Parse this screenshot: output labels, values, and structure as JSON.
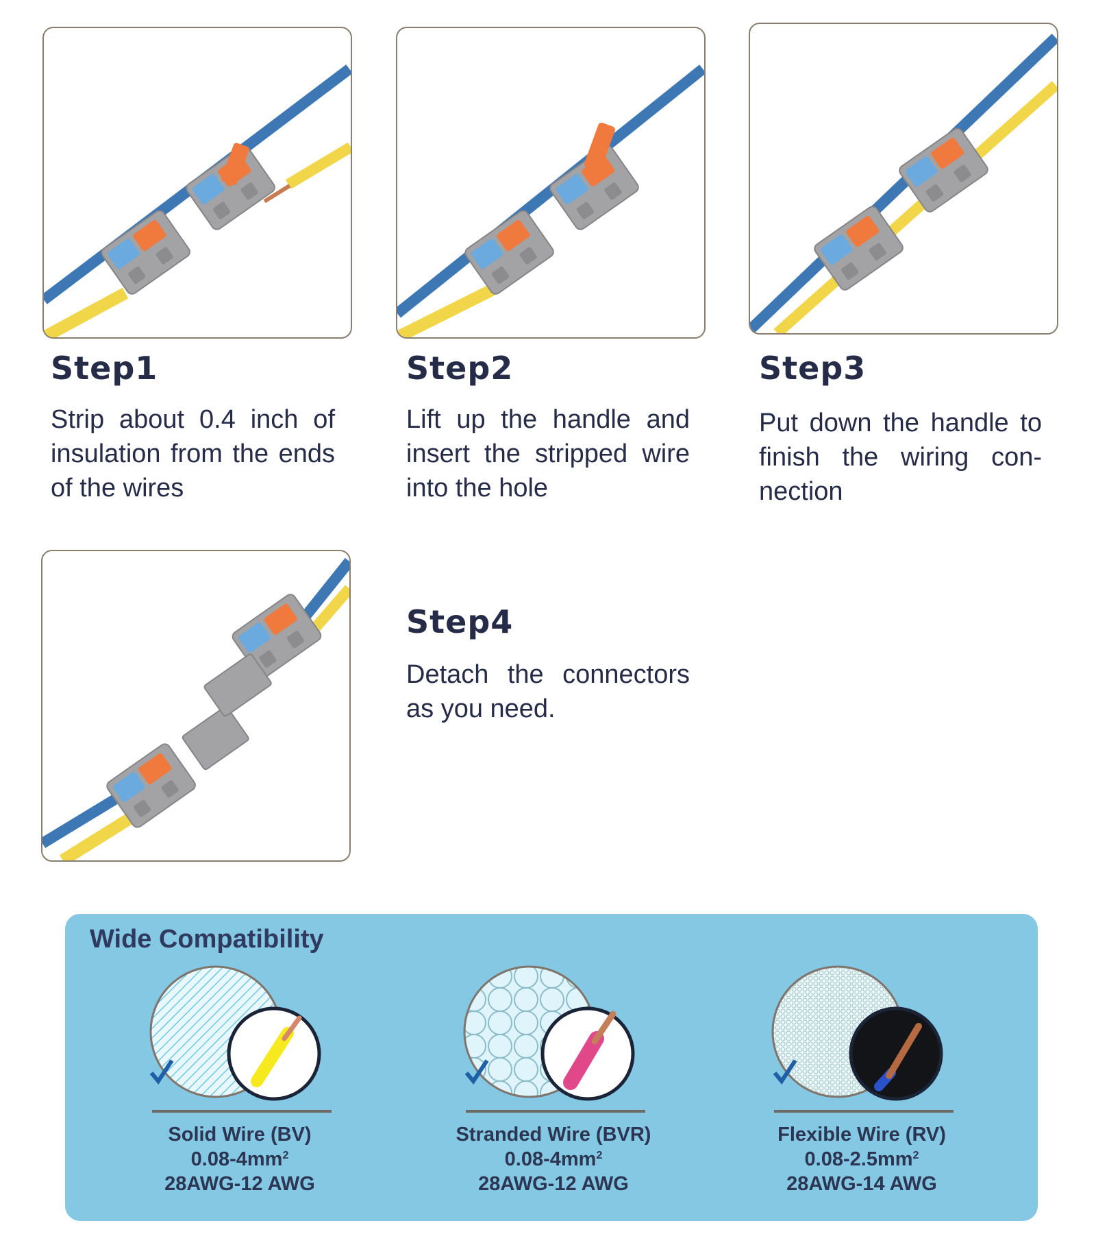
{
  "steps": [
    {
      "title": "Step1",
      "description": "Strip about 0.4 inch of insulation from the ends of the wires"
    },
    {
      "title": "Step2",
      "description": "Lift up the handle and insert the stripped wire into the hole"
    },
    {
      "title": "Step3",
      "description": "Put down the handle to finish the wiring con-nection"
    },
    {
      "title": "Step4",
      "description": "Detach the connectors as you need."
    }
  ],
  "compatibility": {
    "title": "Wide Compatibility",
    "wires": [
      {
        "name": "Solid Wire (BV)",
        "range_mm": "0.08-4mm",
        "unit_sup": "2",
        "awg": "28AWG-12 AWG",
        "icon": "check-icon"
      },
      {
        "name": "Stranded Wire (BVR)",
        "range_mm": "0.08-4mm",
        "unit_sup": "2",
        "awg": "28AWG-12 AWG",
        "icon": "check-icon"
      },
      {
        "name": "Flexible Wire (RV)",
        "range_mm": "0.08-2.5mm",
        "unit_sup": "2",
        "awg": "28AWG-14 AWG",
        "icon": "check-icon"
      }
    ]
  },
  "colors": {
    "wire_blue": "#3d78b4",
    "wire_yellow": "#f2d64a",
    "connector_grey": "#a3a3a5",
    "lever_orange": "#f07a3e",
    "lever_blue": "#6aaadf",
    "panel_bg": "#84c8e4",
    "text_dark": "#262b48"
  }
}
